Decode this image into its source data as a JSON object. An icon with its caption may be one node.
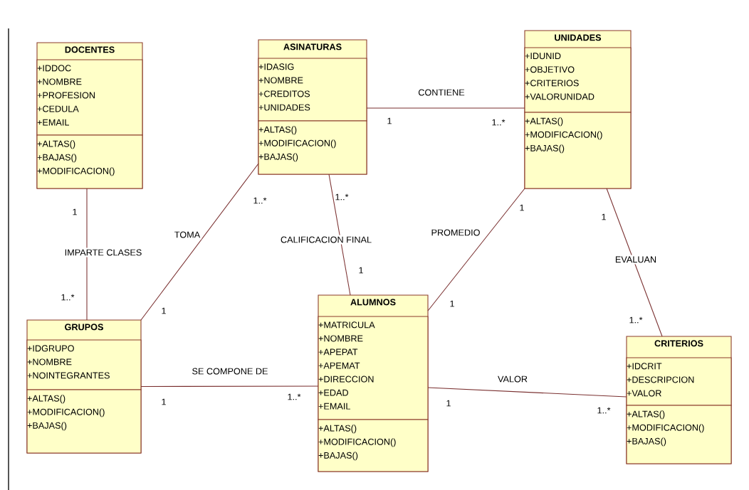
{
  "diagram": {
    "nodes": [
      {
        "text": [
          "DOCENTES"
        ]
      },
      {
        "text": [
          "+IDDOC",
          "+NOMBRE",
          "+PROFESION",
          "+CEDULA",
          "+EMAIL"
        ],
        "in": 0
      },
      {
        "text": [
          "+ALTAS()",
          "+BAJAS()",
          "+MODIFICACION()"
        ],
        "in": 0
      },
      {
        "text": [
          "ASINATURAS"
        ]
      },
      {
        "text": [
          "+IDASIG",
          "+NOMBRE",
          "+CREDITOS",
          "+UNIDADES"
        ],
        "in": 3
      },
      {
        "text": [
          "+ALTAS()",
          "+MODIFICACION()",
          "+BAJAS()"
        ],
        "in": 3
      },
      {
        "text": [
          "UNIDADES"
        ]
      },
      {
        "text": [
          "+IDUNID",
          "+OBJETIVO",
          "+CRITERIOS",
          "+VALORUNIDAD"
        ],
        "in": 6
      },
      {
        "text": [
          "+ALTAS()",
          "+MODIFICACION()",
          "+BAJAS()"
        ],
        "in": 6
      },
      {
        "text": [
          "GRUPOS"
        ]
      },
      {
        "text": [
          "+IDGRUPO",
          "+NOMBRE",
          "+NOINTEGRANTES"
        ],
        "in": 9
      },
      {
        "text": [
          "+ALTAS()",
          "+MODIFICACION()",
          "+BAJAS()"
        ],
        "in": 9
      },
      {
        "text": [
          "ALUMNOS"
        ]
      },
      {
        "text": [
          "+MATRICULA",
          "+NOMBRE",
          "+APEPAT",
          "+APEMAT",
          "+DIRECCION",
          "+EDAD",
          "+EMAIL"
        ],
        "in": 12
      },
      {
        "text": [
          "+ALTAS()",
          "+MODIFICACION()",
          "+BAJAS()"
        ],
        "in": 12
      },
      {
        "text": [
          "CRITERIOS"
        ]
      },
      {
        "text": [
          "+IDCRIT",
          "+DESCRIPCION",
          "+VALOR"
        ],
        "in": 15
      },
      {
        "text": [
          "+ALTAS()",
          "+MODIFICACION()",
          "+BAJAS()"
        ],
        "in": 15
      }
    ],
    "edges": [
      {
        "from": 0,
        "to": 9,
        "arrow": "none",
        "label": "IMPARTE CLASES"
      },
      {
        "from": 3,
        "to": 9,
        "arrow": "none",
        "label": "TOMA"
      },
      {
        "from": 3,
        "to": 6,
        "arrow": "none",
        "label": "CONTIENE"
      },
      {
        "from": 3,
        "to": 12,
        "arrow": "none",
        "label": "CALIFICACION FINAL"
      },
      {
        "from": 6,
        "to": 12,
        "arrow": "none",
        "label": "PROMEDIO"
      },
      {
        "from": 6,
        "to": 15,
        "arrow": "none",
        "label": "EVALUAN"
      },
      {
        "from": 9,
        "to": 12,
        "arrow": "none",
        "label": "SE COMPONE DE"
      },
      {
        "from": 12,
        "to": 15,
        "arrow": "none",
        "label": "VALOR"
      }
    ],
    "labels": [
      "1",
      "1..*",
      "1..*",
      "1..*",
      "1",
      "1",
      "1",
      "1",
      "1..*",
      "1",
      "1",
      "1..*",
      "1",
      "1..*",
      "1",
      "1..*"
    ]
  }
}
